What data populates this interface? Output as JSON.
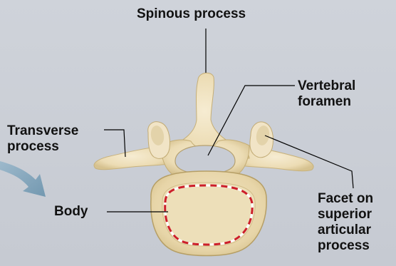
{
  "labels": {
    "spinous": "Spinous process",
    "vertebral_line1": "Vertebral",
    "vertebral_line2": "foramen",
    "transverse_line1": "Transverse",
    "transverse_line2": "process",
    "facet_line1": "Facet on",
    "facet_line2": "superior",
    "facet_line3": "articular",
    "facet_line4": "process",
    "body": "Body"
  },
  "colors": {
    "background": "#c9cdd5",
    "bone": "#efe2c0",
    "bone_shade": "#d8c79a",
    "leader_line": "#000000",
    "dashed_outline_red": "#cc1f2a",
    "dashed_outline_white": "#ffffff",
    "arrow": "#7fa3ba"
  }
}
